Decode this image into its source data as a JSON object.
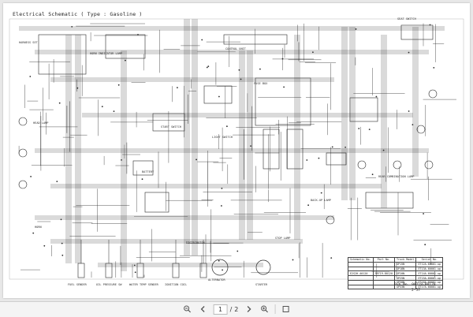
{
  "document": {
    "title": "Electrical Schematic ( Type : Gasoline )",
    "publication": "Pub.No. 99719-80120",
    "page_label": "2-57",
    "labels": {
      "harness_left": "HARNESS SET",
      "horn_indicator": "HORN INDICATOR LAMP",
      "start_switch": "START SWITCH",
      "light_switch": "LIGHT SWITCH",
      "battery": "BATTERY",
      "fuse": "FUSE BOX",
      "ecm": "CONTROL UNIT",
      "alternator": "ALTERNATOR",
      "backup_lamp": "BACK-UP LAMP",
      "stop_lamp": "STOP LAMP",
      "rear_combination": "REAR COMBINATION LAMP",
      "horn": "HORN",
      "seat_switch": "SEAT SWITCH",
      "head_lamp": "HEAD LAMP",
      "fuel_sender": "FUEL SENDER",
      "oil_pressure": "OIL PRESSURE SW",
      "water_temp": "WATER TEMP SENDER",
      "ignition_coil": "IGNITION COIL",
      "distributor": "DISTRIBUTOR",
      "starter": "STARTER"
    },
    "model_table": {
      "headers": [
        "Schematic No.",
        "Part No.",
        "Truck Model",
        "Serial No."
      ],
      "rows": [
        [
          "",
          "",
          "GP15N",
          "ET12A-60001-up"
        ],
        [
          "",
          "",
          "GP18N",
          "ET13A-60001-up"
        ],
        [
          "E2S2H-40120",
          "99719-80120",
          "GP20N",
          "ET14A-60001-up"
        ],
        [
          "",
          "",
          "GP25N",
          "ET15A-60001-up"
        ],
        [
          "",
          "",
          "GP30N",
          "ET16A-60001-up"
        ],
        [
          "",
          "",
          "GP33N",
          "ET17A-60001-up"
        ]
      ]
    }
  },
  "toolbar": {
    "current_page": "1",
    "page_separator": "/",
    "total_pages": "2",
    "prev_icon": "chevron-left-icon",
    "next_icon": "chevron-right-icon",
    "zoom_out_icon": "zoom-out-icon",
    "zoom_in_icon": "zoom-in-icon",
    "fit_icon": "fit-page-icon"
  }
}
